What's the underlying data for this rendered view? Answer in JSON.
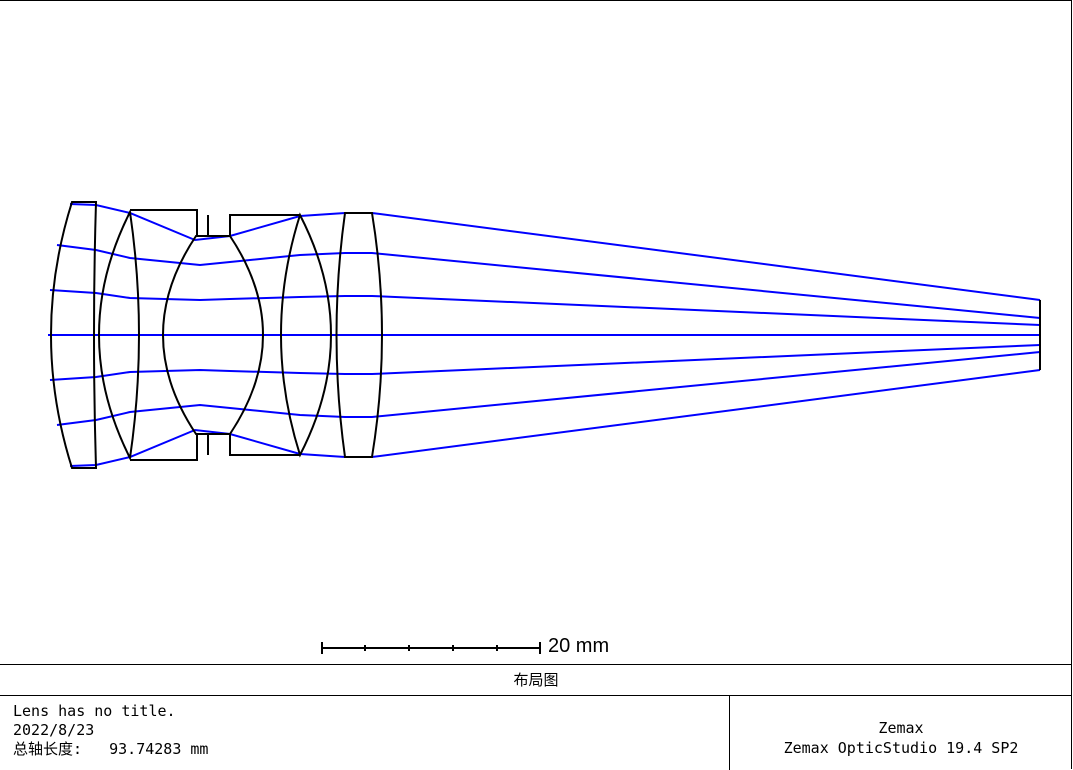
{
  "window": {
    "title": "布局图"
  },
  "scale_bar": {
    "label": "20 mm"
  },
  "info": {
    "lens_title": "Lens has no title.",
    "date": "2022/8/23",
    "total_length_label": "总轴长度:",
    "total_length_value": "93.74283 mm"
  },
  "vendor": {
    "company": "Zemax",
    "product": "Zemax OpticStudio 19.4 SP2"
  },
  "colors": {
    "ray": "#0000ff",
    "lens_outline": "#000000",
    "background": "#ffffff"
  }
}
